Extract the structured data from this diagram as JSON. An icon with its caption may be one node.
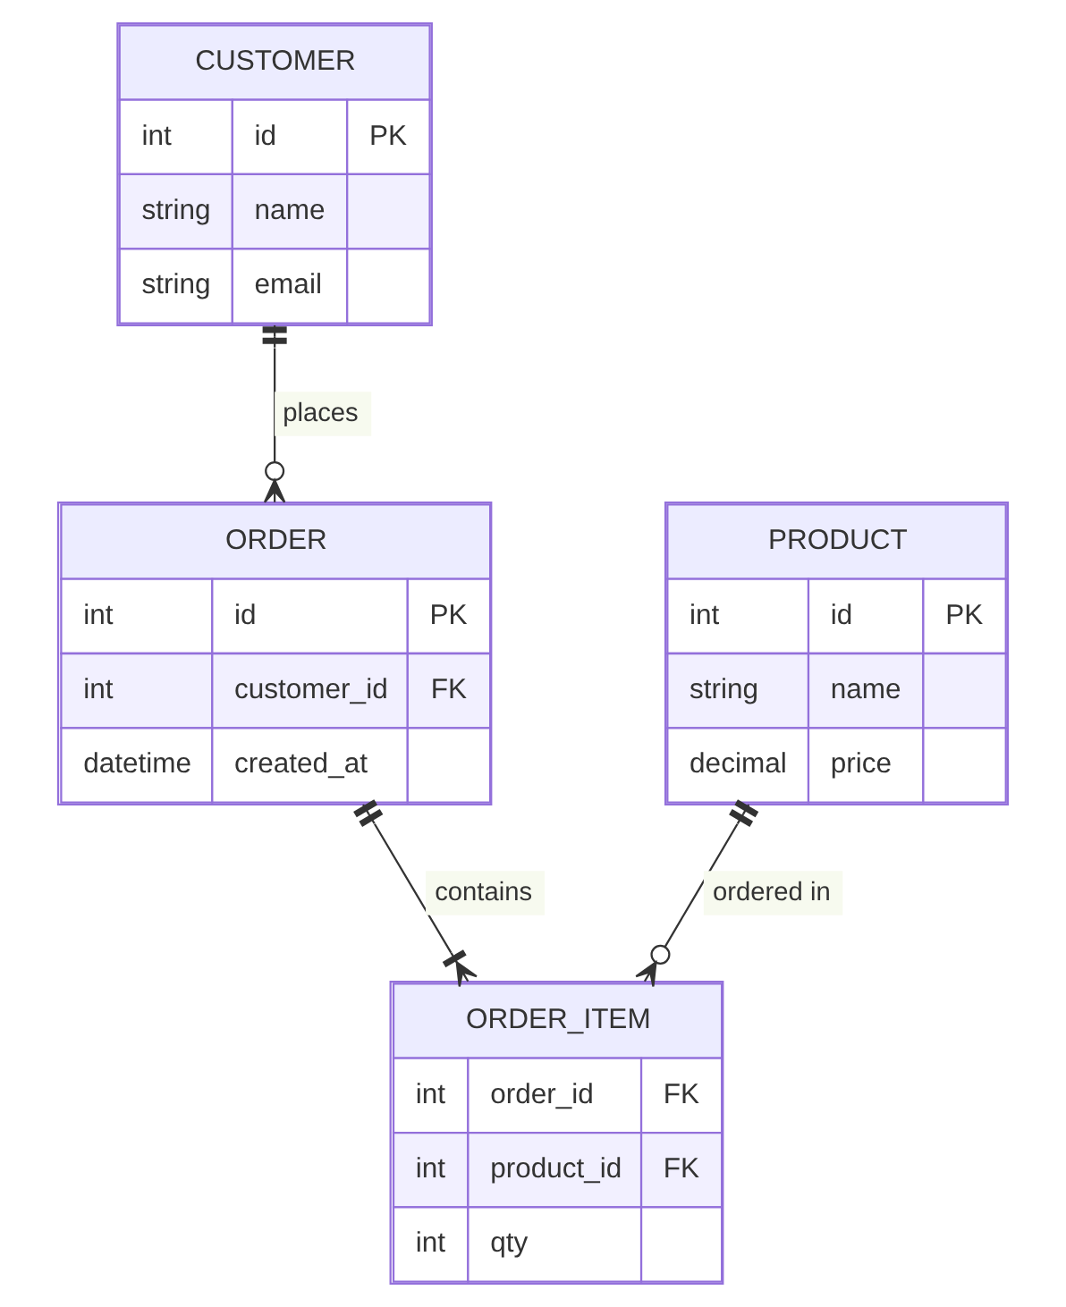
{
  "diagram": {
    "nodes": [
      {
        "text": [
          "CUSTOMER",
          "int",
          "id",
          "PK",
          "string",
          "name",
          "string",
          "email"
        ]
      },
      {
        "text": [
          "ORDER",
          "int",
          "id",
          "PK",
          "int",
          "customer_id",
          "FK",
          "datetime",
          "created_at"
        ]
      },
      {
        "text": [
          "PRODUCT",
          "int",
          "id",
          "PK",
          "string",
          "name",
          "decimal",
          "price"
        ]
      },
      {
        "text": [
          "ORDER_ITEM",
          "int",
          "order_id",
          "FK",
          "int",
          "product_id",
          "FK",
          "int",
          "qty"
        ]
      }
    ],
    "edges": [
      {
        "from": 0,
        "to": 1,
        "arrow": "other",
        "label": "places"
      },
      {
        "from": 1,
        "to": 3,
        "arrow": "other",
        "label": "contains"
      },
      {
        "from": 2,
        "to": 3,
        "arrow": "other",
        "label": "ordered in"
      }
    ]
  }
}
